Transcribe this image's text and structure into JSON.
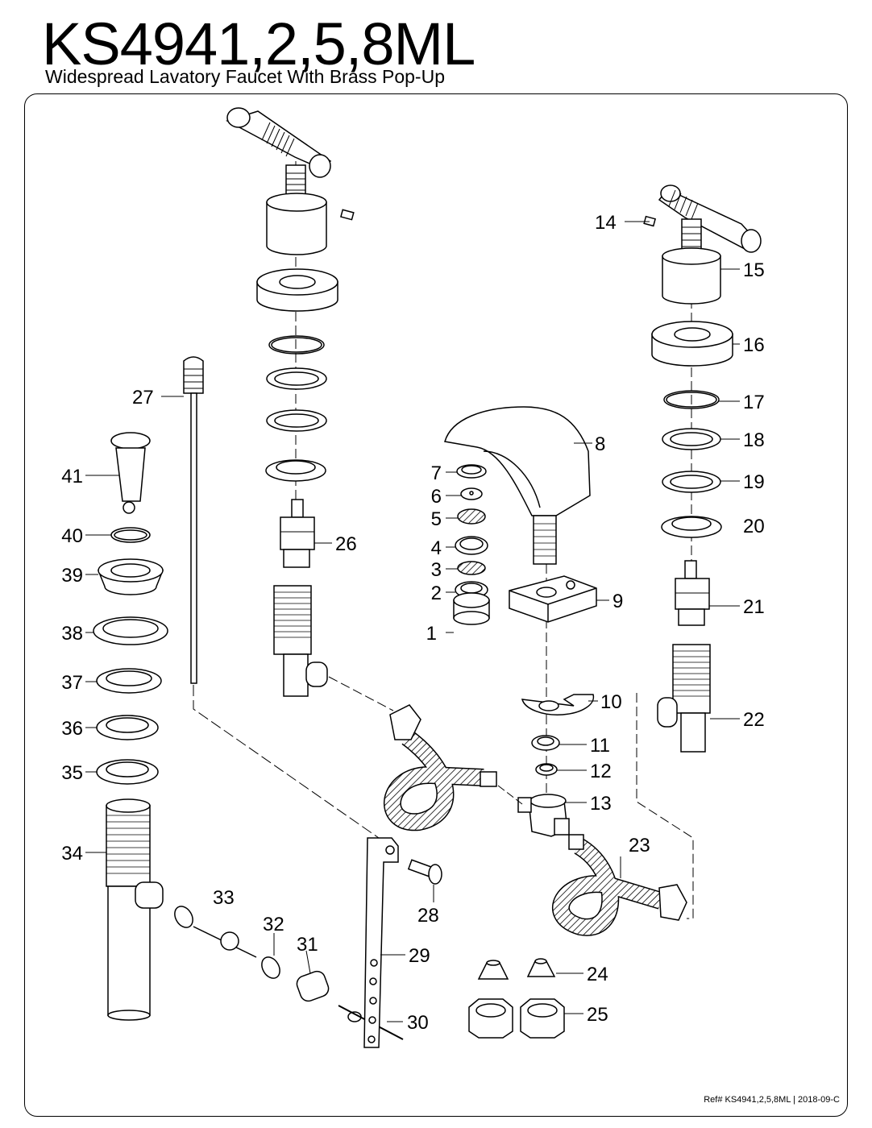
{
  "title": "KS4941,2,5,8ML",
  "subtitle": "Widespread Lavatory Faucet With Brass Pop-Up",
  "ref": "Ref# KS4941,2,5,8ML | 2018-09-C",
  "parts": {
    "p1": "1",
    "p2": "2",
    "p3": "3",
    "p4": "4",
    "p5": "5",
    "p6": "6",
    "p7": "7",
    "p8": "8",
    "p9": "9",
    "p10": "10",
    "p11": "11",
    "p12": "12",
    "p13": "13",
    "p14": "14",
    "p15": "15",
    "p16": "16",
    "p17": "17",
    "p18": "18",
    "p19": "19",
    "p20": "20",
    "p21": "21",
    "p22": "22",
    "p23": "23",
    "p24": "24",
    "p25": "25",
    "p26": "26",
    "p27": "27",
    "p28": "28",
    "p29": "29",
    "p30": "30",
    "p31": "31",
    "p32": "32",
    "p33": "33",
    "p34": "34",
    "p35": "35",
    "p36": "36",
    "p37": "37",
    "p38": "38",
    "p39": "39",
    "p40": "40",
    "p41": "41"
  }
}
